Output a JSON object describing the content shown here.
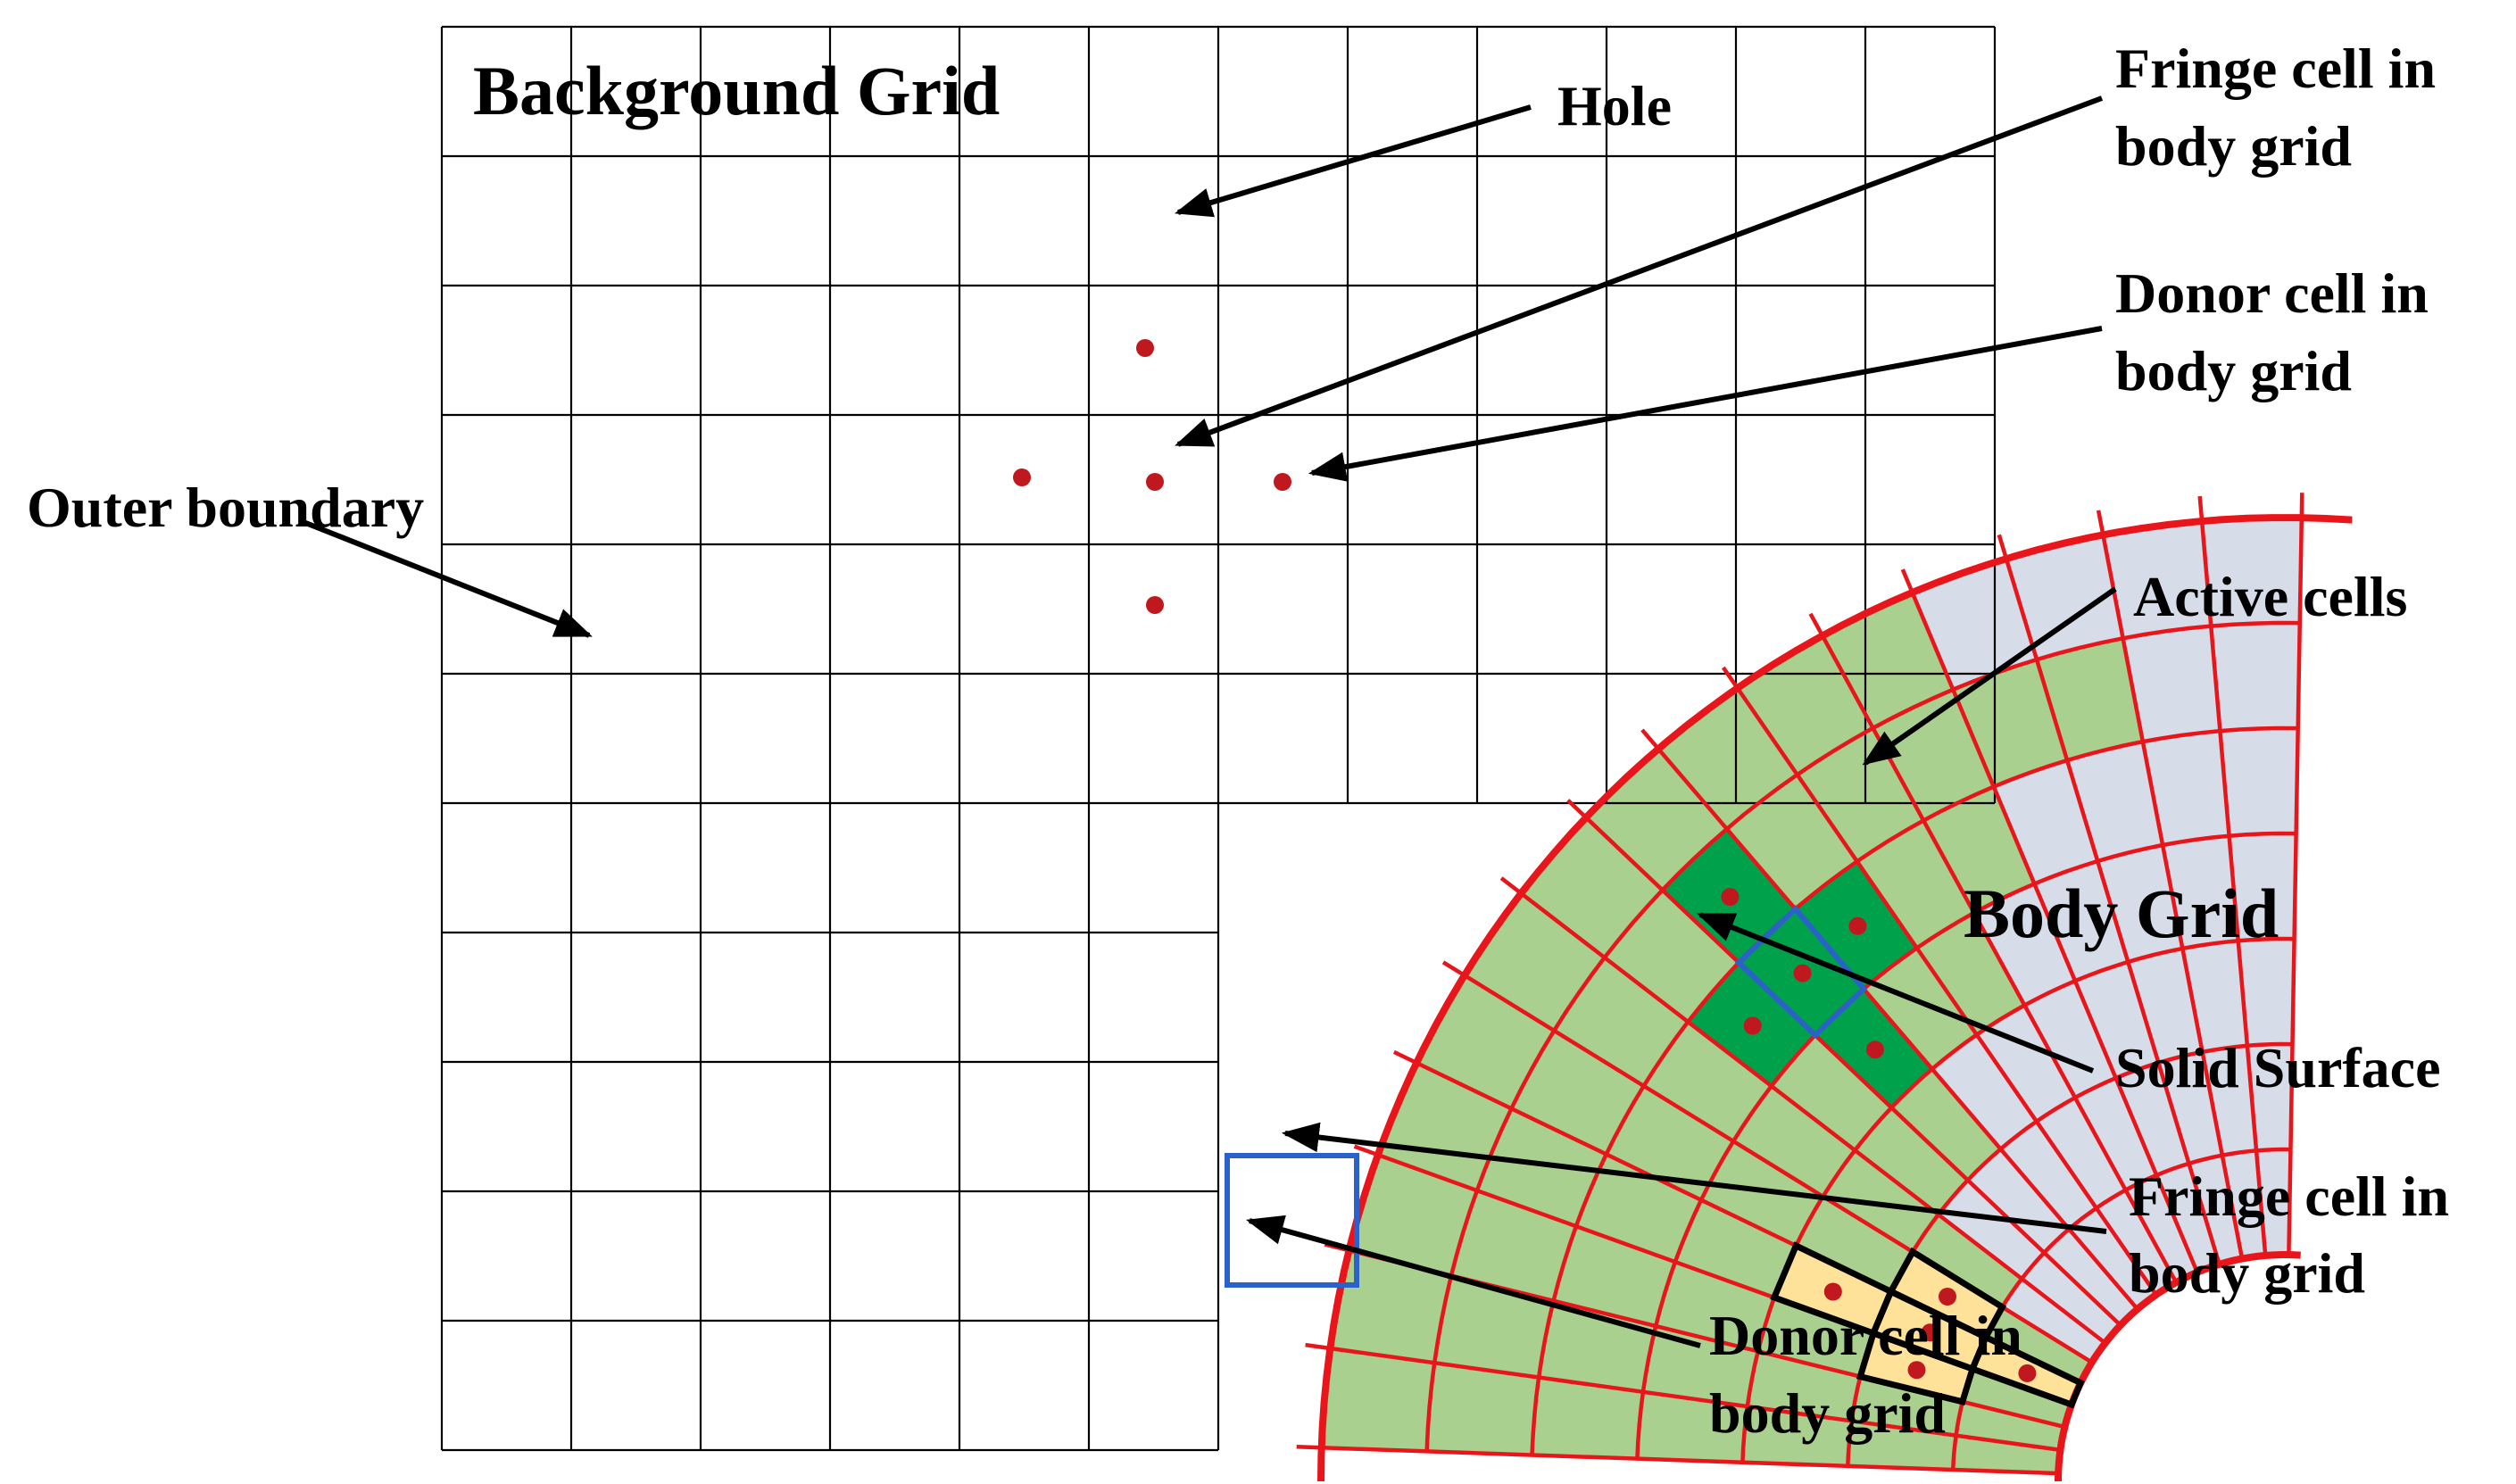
{
  "labels": {
    "background_grid": "Background Grid",
    "hole": "Hole",
    "fringe_top_line1": "Fringe cell in",
    "fringe_top_line2": "body grid",
    "donor_top_line1": "Donor cell in",
    "donor_top_line2": "body grid",
    "outer_boundary": "Outer boundary",
    "active_cells": "Active cells",
    "body_grid": "Body Grid",
    "solid_surface": "Solid Surface",
    "fringe_bottom_line1": "Fringe cell in",
    "fringe_bottom_line2": "body grid",
    "donor_bottom_line1": "Donor cell in",
    "donor_bottom_line2": "body grid"
  },
  "colors": {
    "body_grid_lines": "#e8151b",
    "background_grid_lines": "#000000",
    "inner_fill_green": "#a9d08e",
    "donor_cells_dark_green": "#00a14b",
    "hole_and_active_fill": "#d6dce8",
    "bottom_donor_fill": "#ffe29a",
    "fringe_outline_blue": "#2a62c9",
    "cell_center_dots": "#c0181f",
    "arrows": "#000000"
  }
}
